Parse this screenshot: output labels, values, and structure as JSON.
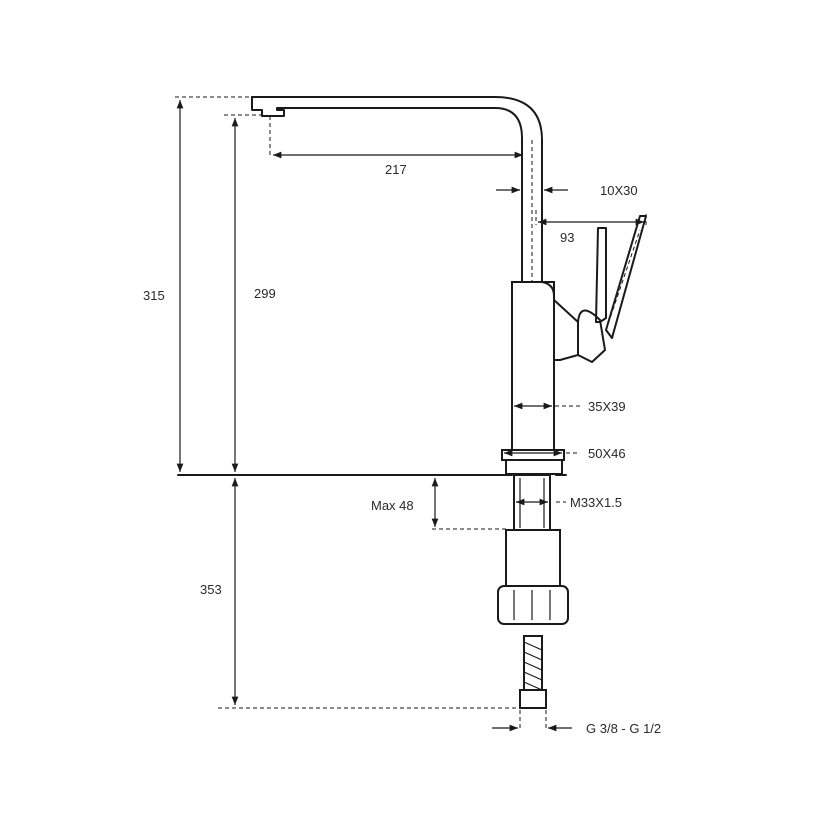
{
  "dimensions": {
    "total_height": "315",
    "spout_height": "299",
    "spout_reach": "217",
    "spout_section": "10X30",
    "handle_reach": "93",
    "body_section": "35X39",
    "base_size": "50X46",
    "max_deck_thickness": "Max 48",
    "thread": "M33X1.5",
    "below_deck_length": "353",
    "hose_connection": "G 3/8 - G 1/2"
  }
}
